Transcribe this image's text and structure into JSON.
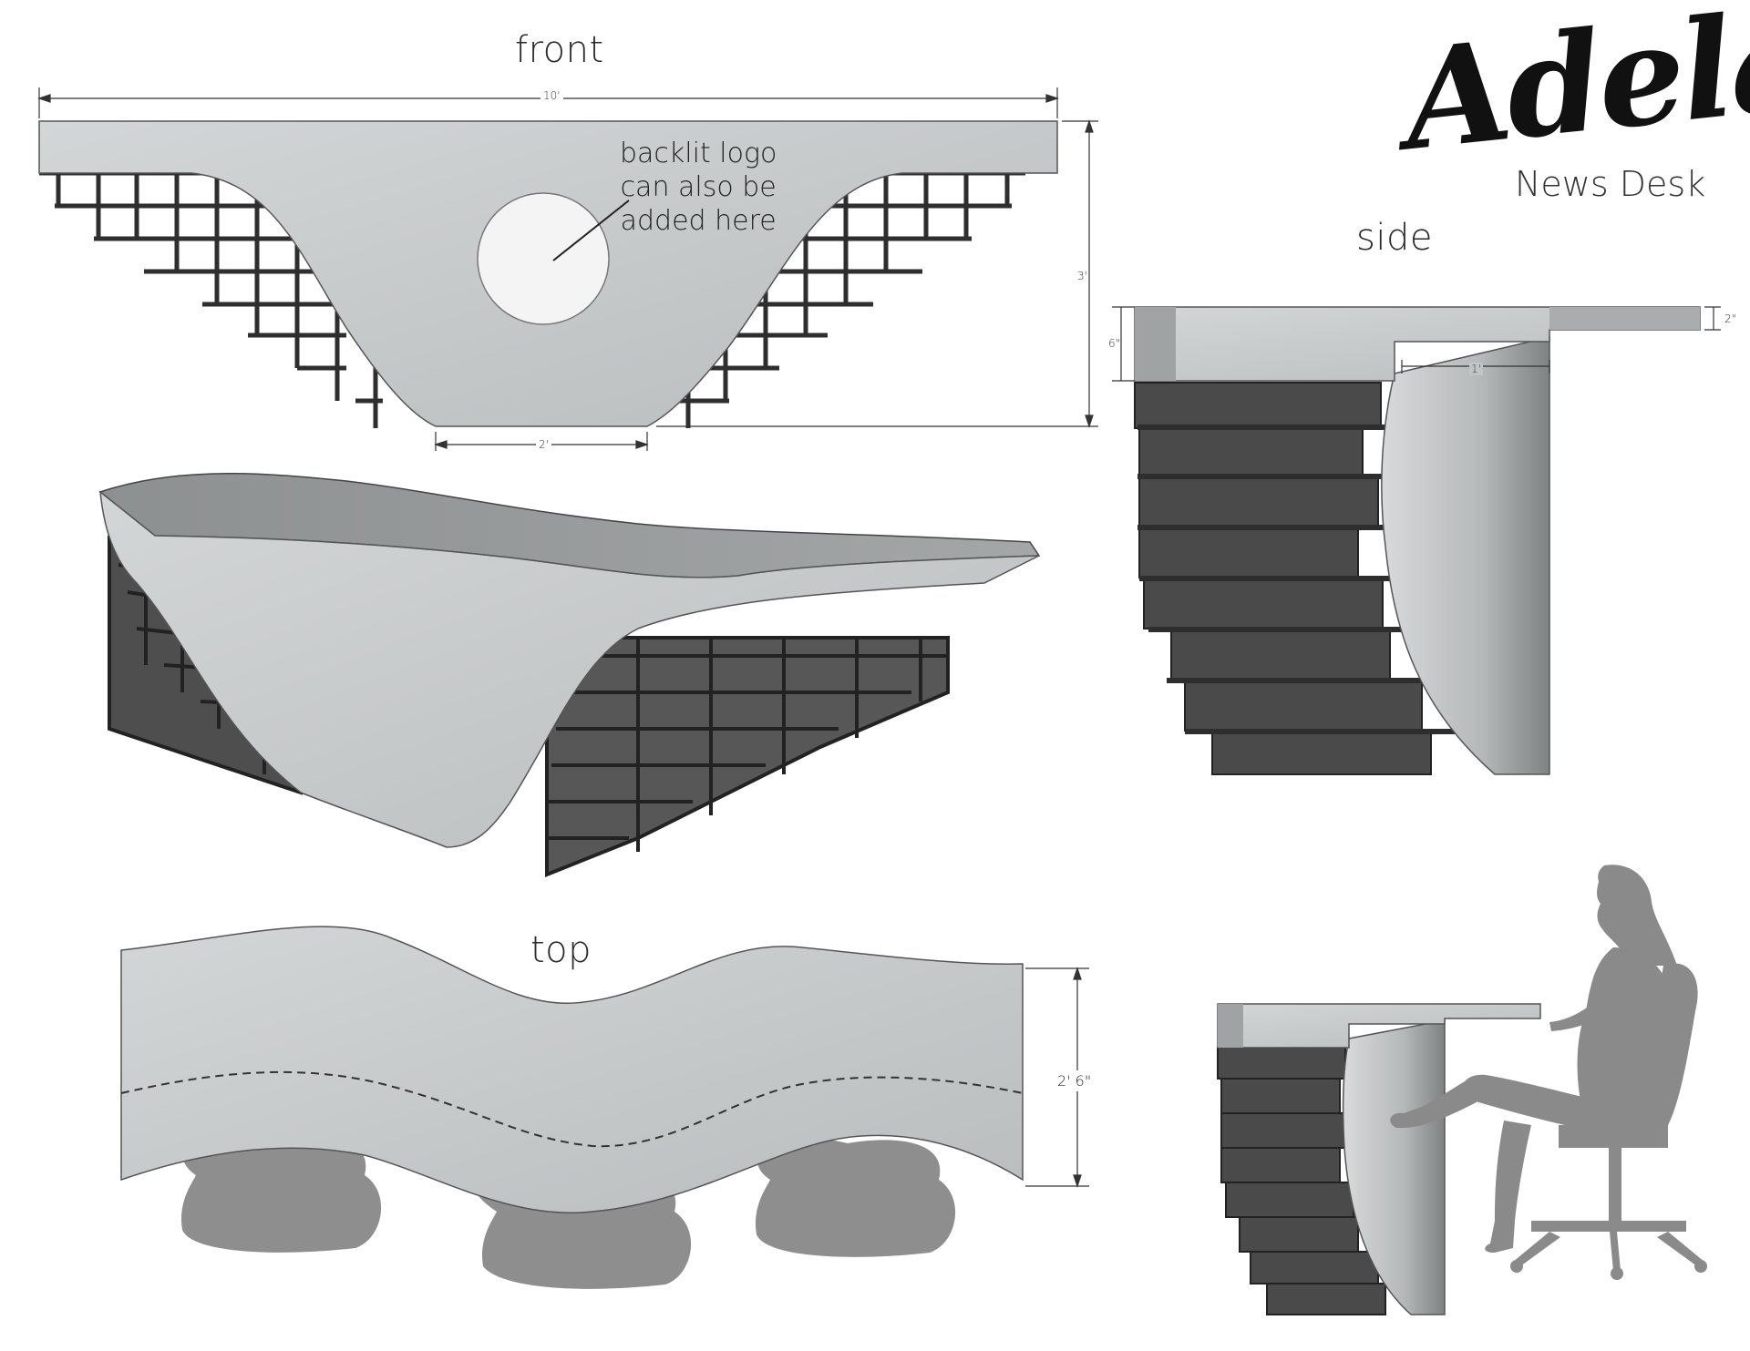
{
  "brand": {
    "name": "Adela",
    "subtitle": "News Desk"
  },
  "views": {
    "front": {
      "title": "front",
      "dim_width": "10'",
      "dim_height": "3'",
      "dim_base": "2'",
      "note": [
        "backlit logo",
        "can also be",
        "added here"
      ]
    },
    "side": {
      "title": "side",
      "dim_top_thickness": "6\"",
      "dim_shelf_thickness": "2\"",
      "dim_overhang": "1'"
    },
    "top": {
      "title": "top",
      "dim_depth": "2' 6\""
    }
  },
  "colors": {
    "concrete": "#c9cccd",
    "concrete_dark": "#a9adae",
    "grid": "#3a3a3a",
    "silhouette": "#8e8e8e"
  }
}
